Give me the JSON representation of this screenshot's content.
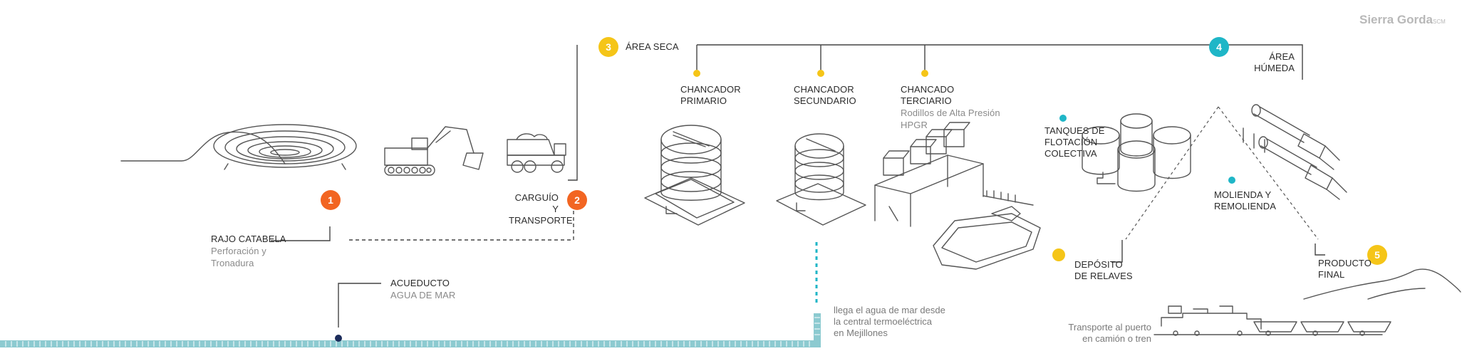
{
  "brand": {
    "name": "Sierra Gorda",
    "suffix": "SCM"
  },
  "steps": [
    {
      "number": "1",
      "label": "RAJO CATABELA",
      "sub": [
        "Perforación y",
        "Tronadura"
      ],
      "color": "#f26522"
    },
    {
      "number": "2",
      "label": [
        "CARGUÍO Y",
        "TRANSPORTE"
      ],
      "color": "#f26522"
    },
    {
      "number": "3",
      "label": "ÁREA SECA",
      "color": "#f5c518"
    },
    {
      "number": "4",
      "label": [
        "ÁREA",
        "HÚMEDA"
      ],
      "color": "#1fb6c7"
    },
    {
      "number": "5",
      "label": [
        "PRODUCTO",
        "FINAL"
      ],
      "color": "#f5c518"
    }
  ],
  "dry_area": {
    "primary": [
      "CHANCADOR",
      "PRIMARIO"
    ],
    "secondary": [
      "CHANCADOR",
      "SECUNDARIO"
    ],
    "tertiary": [
      "CHANCADO",
      "TERCIARIO"
    ],
    "tertiary_sub": [
      "Rodillos de Alta Presión",
      "HPGR"
    ]
  },
  "wet_area": {
    "flotation": [
      "TANQUES DE",
      "FLOTACIÓN",
      "COLECTIVA"
    ],
    "grinding": [
      "MOLIENDA Y",
      "REMOLIENDA"
    ],
    "tailings": [
      "DEPÓSITO",
      "DE RELAVES"
    ]
  },
  "aqueduct": {
    "label": "ACUEDUCTO",
    "sub": "AGUA DE MAR"
  },
  "notes": {
    "seawater": [
      "llega el agua de mar desde",
      "la central termoeléctrica",
      "en Mejillones"
    ],
    "transport": [
      "Transporte al puerto",
      "en camión o tren"
    ]
  },
  "colors": {
    "orange": "#f26522",
    "yellow": "#f5c518",
    "cyan": "#1fb6c7",
    "navy": "#1c2c5b",
    "pipe": "#7fbfc4",
    "line": "#555555"
  }
}
